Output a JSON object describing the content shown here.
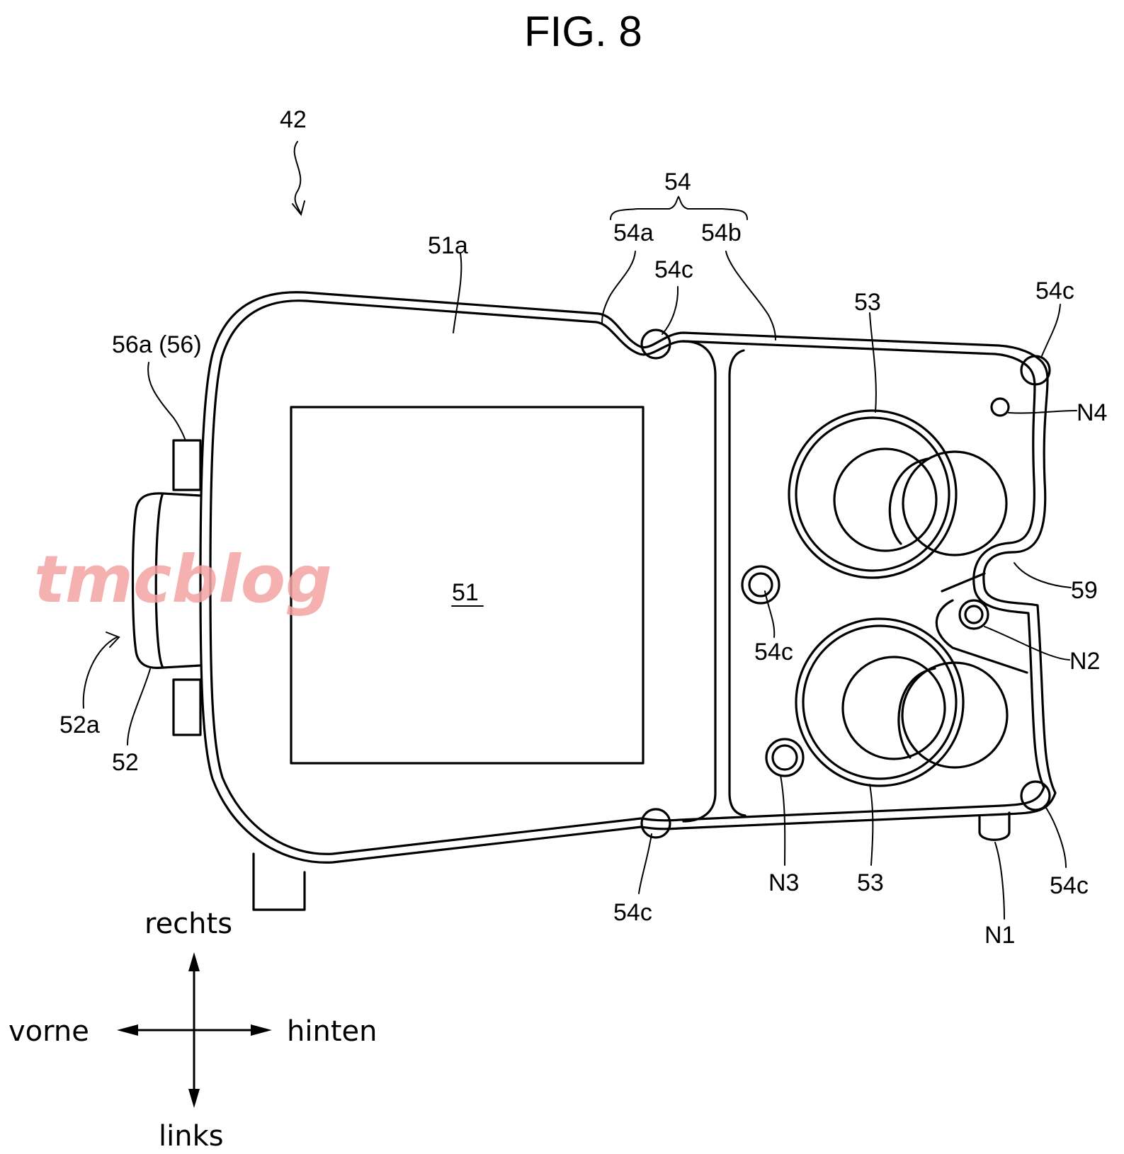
{
  "figure_title": "FIG. 8",
  "watermark": "tmcblog",
  "labels": {
    "l42": "42",
    "l54": "54",
    "l54a": "54a",
    "l54b": "54b",
    "l54c_top": "54c",
    "l54c_topright": "54c",
    "l54c_mid": "54c",
    "l54c_bottom": "54c",
    "l54c_bottomright": "54c",
    "l51a": "51a",
    "l51": "51",
    "l53_top": "53",
    "l53_bottom": "53",
    "l56a": "56a (56)",
    "l52a": "52a",
    "l52": "52",
    "l59": "59",
    "lN1": "N1",
    "lN2": "N2",
    "lN3": "N3",
    "lN4": "N4"
  },
  "directions": {
    "up": "rechts",
    "down": "links",
    "left": "vorne",
    "right": "hinten"
  }
}
